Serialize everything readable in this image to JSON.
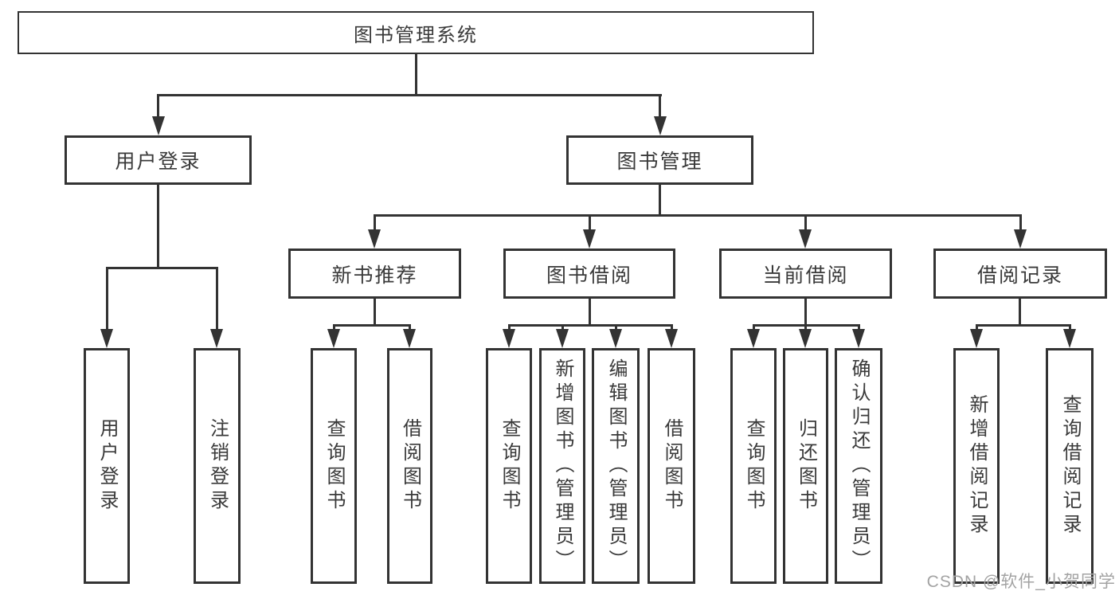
{
  "diagram": {
    "root": {
      "label": "图书管理系统"
    },
    "level2": [
      {
        "label": "用户登录"
      },
      {
        "label": "图书管理"
      }
    ],
    "level3": [
      {
        "label": "新书推荐"
      },
      {
        "label": "图书借阅"
      },
      {
        "label": "当前借阅"
      },
      {
        "label": "借阅记录"
      }
    ],
    "leaves": {
      "user_login": [
        {
          "label": "用户登录"
        },
        {
          "label": "注销登录"
        }
      ],
      "new_book_recommend": [
        {
          "label": "查询图书"
        },
        {
          "label": "借阅图书"
        }
      ],
      "book_borrow": [
        {
          "label": "查询图书"
        },
        {
          "label": "新增图书（管理员）"
        },
        {
          "label": "编辑图书（管理员）"
        },
        {
          "label": "借阅图书"
        }
      ],
      "current_borrow": [
        {
          "label": "查询图书"
        },
        {
          "label": "归还图书"
        },
        {
          "label": "确认归还（管理员）"
        }
      ],
      "borrow_records": [
        {
          "label": "新增借阅记录"
        },
        {
          "label": "查询借阅记录"
        }
      ]
    }
  },
  "watermark": {
    "text": "CSDN @软件_小贺同学",
    "color": "#a3a3a3"
  },
  "colors": {
    "line": "#333333",
    "text": "#3a3a3a",
    "background": "#ffffff"
  }
}
